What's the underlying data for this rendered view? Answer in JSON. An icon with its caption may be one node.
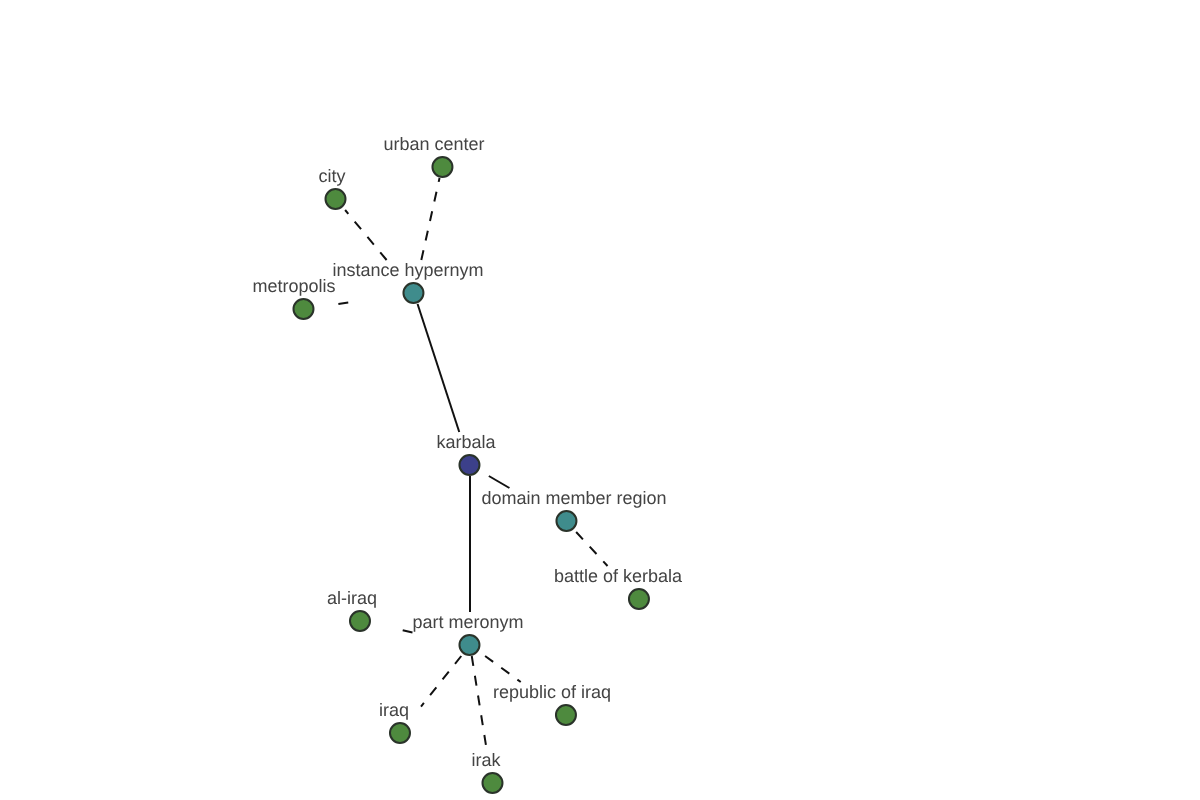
{
  "diagram": {
    "nodes": [
      {
        "text": [
          "urban center"
        ]
      },
      {
        "text": [
          "city"
        ]
      },
      {
        "text": [
          "instance hypernym"
        ]
      },
      {
        "text": [
          "metropolis"
        ]
      },
      {
        "text": [
          "karbala"
        ]
      },
      {
        "text": [
          "domain member region"
        ]
      },
      {
        "text": [
          "battle of kerbala"
        ]
      },
      {
        "text": [
          "al-iraq"
        ]
      },
      {
        "text": [
          "part meronym"
        ]
      },
      {
        "text": [
          "republic of iraq"
        ]
      },
      {
        "text": [
          "iraq"
        ]
      },
      {
        "text": [
          "irak"
        ]
      }
    ],
    "edges": [
      {
        "from": 2,
        "to": 0,
        "arrow": "none",
        "style": "dashed"
      },
      {
        "from": 2,
        "to": 1,
        "arrow": "none",
        "style": "dashed"
      },
      {
        "from": 2,
        "to": 3,
        "arrow": "none",
        "style": "dashed"
      },
      {
        "from": 4,
        "to": 2,
        "arrow": "none"
      },
      {
        "from": 4,
        "to": 5,
        "arrow": "none"
      },
      {
        "from": 5,
        "to": 6,
        "arrow": "none",
        "style": "dashed"
      },
      {
        "from": 4,
        "to": 8,
        "arrow": "none"
      },
      {
        "from": 8,
        "to": 7,
        "arrow": "none",
        "style": "dashed"
      },
      {
        "from": 8,
        "to": 9,
        "arrow": "none",
        "style": "dashed"
      },
      {
        "from": 8,
        "to": 10,
        "arrow": "none",
        "style": "dashed"
      },
      {
        "from": 8,
        "to": 11,
        "arrow": "none",
        "style": "dashed"
      }
    ]
  }
}
